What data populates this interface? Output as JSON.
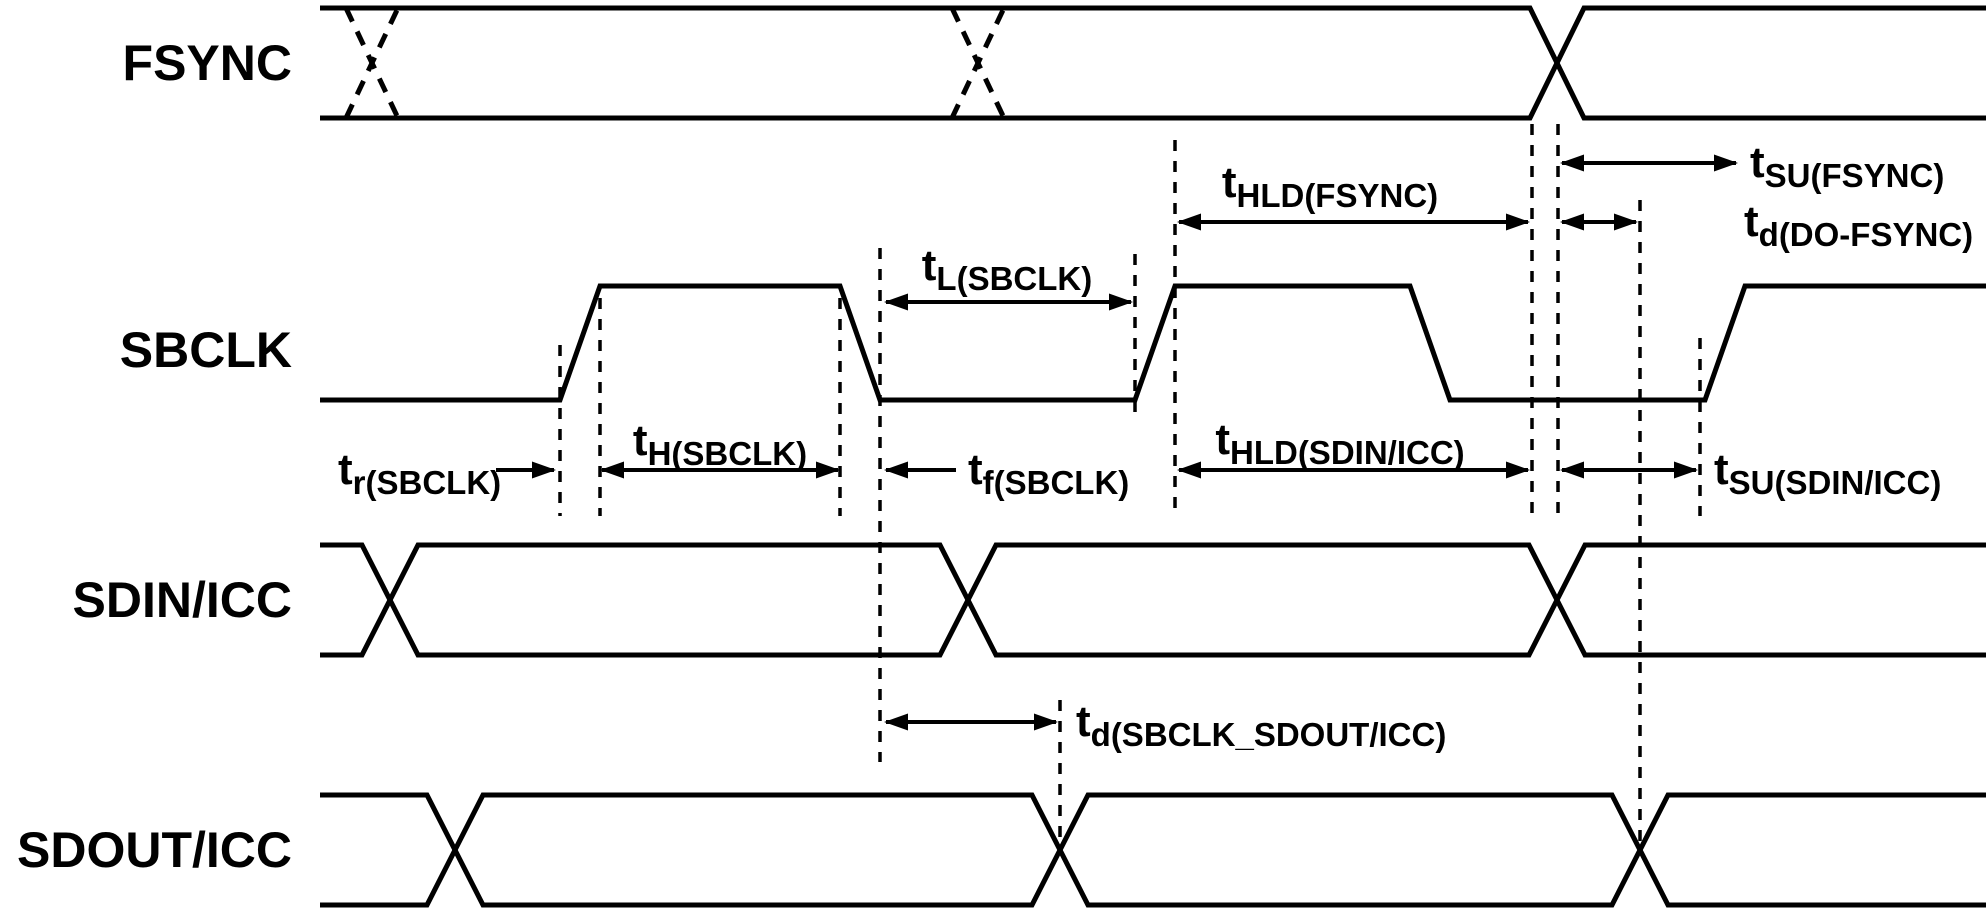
{
  "colors": {
    "ink": "#000000",
    "background": "#ffffff"
  },
  "signals": [
    {
      "name": "FSYNC",
      "kind": "bus-with-dont-care-transitions"
    },
    {
      "name": "SBCLK",
      "kind": "clock"
    },
    {
      "name": "SDIN/ICC",
      "kind": "bus"
    },
    {
      "name": "SDOUT/ICC",
      "kind": "bus"
    }
  ],
  "annotations": {
    "t_su_fsync": {
      "base": "t",
      "sub": "SU(FSYNC)"
    },
    "t_d_do_fsync": {
      "base": "t",
      "sub": "d(DO-FSYNC)"
    },
    "t_hld_fsync": {
      "base": "t",
      "sub": "HLD(FSYNC)"
    },
    "t_l_sbclk": {
      "base": "t",
      "sub": "L(SBCLK)"
    },
    "t_h_sbclk": {
      "base": "t",
      "sub": "H(SBCLK)"
    },
    "t_r_sbclk": {
      "base": "t",
      "sub": "r(SBCLK)"
    },
    "t_f_sbclk": {
      "base": "t",
      "sub": "f(SBCLK)"
    },
    "t_hld_sdin_icc": {
      "base": "t",
      "sub": "HLD(SDIN/ICC)"
    },
    "t_su_sdin_icc": {
      "base": "t",
      "sub": "SU(SDIN/ICC)"
    },
    "t_d_sbclk_sdout_icc": {
      "base": "t",
      "sub": "d(SBCLK_SDOUT/ICC)"
    }
  }
}
